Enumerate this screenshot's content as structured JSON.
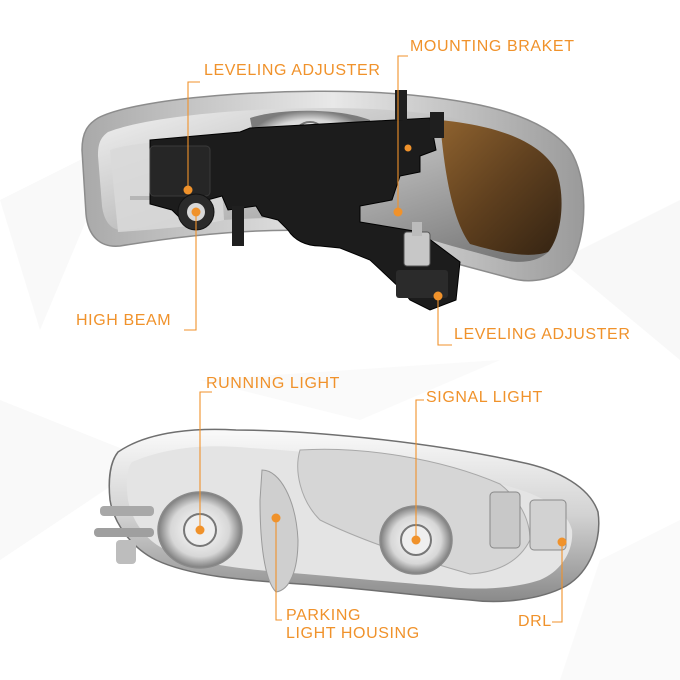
{
  "labels": {
    "leveling_adjuster_top": "LEVELING ADJUSTER",
    "mounting_braket": "MOUNTING BRAKET",
    "high_beam": "HIGH BEAM",
    "leveling_adjuster_bottom": "LEVELING ADJUSTER",
    "running_light": "RUNNING LIGHT",
    "signal_light": "SIGNAL LIGHT",
    "parking_light_housing_line1": "PARKING",
    "parking_light_housing_line2": "LIGHT HOUSING",
    "drl": "DRL"
  },
  "colors": {
    "accent": "#f0922b",
    "housing_dark": "#1c1c1c",
    "chrome": "#c9c9c9",
    "background": "#ffffff"
  }
}
